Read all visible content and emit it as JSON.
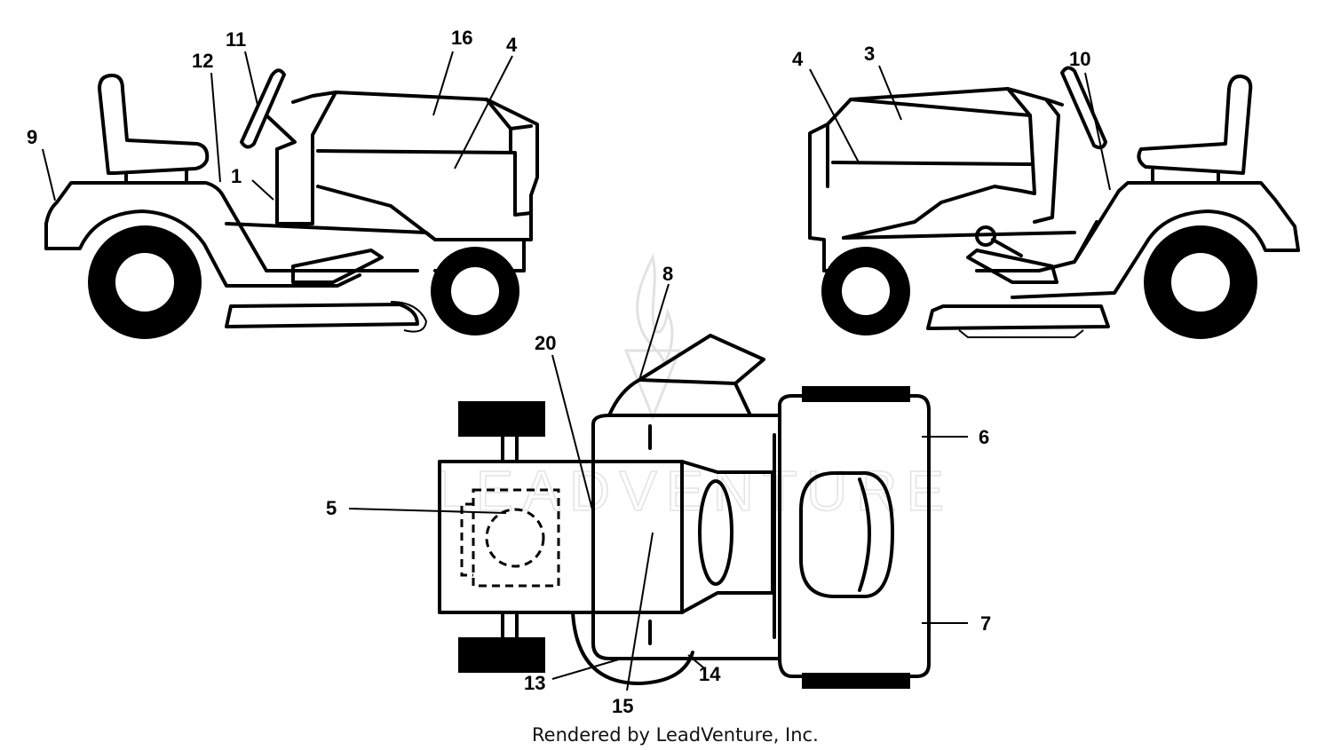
{
  "watermark": "LEADVENTURE",
  "footer": "Rendered by LeadVenture, Inc.",
  "callouts": {
    "l1": "1",
    "l3": "3",
    "l4a": "4",
    "l4b": "4",
    "l5": "5",
    "l6": "6",
    "l7": "7",
    "l8": "8",
    "l9": "9",
    "l10": "10",
    "l11": "11",
    "l12": "12",
    "l13": "13",
    "l14": "14",
    "l15": "15",
    "l16": "16",
    "l20": "20"
  }
}
